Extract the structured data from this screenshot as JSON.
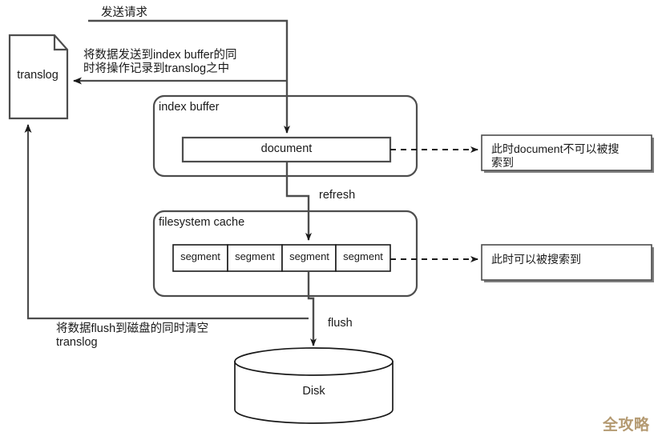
{
  "diagram": {
    "title": "Elasticsearch write path diagram",
    "colors": {
      "stroke": "#4d4d4d",
      "stroke_dark": "#1a1a1a",
      "text": "#1a1a1a",
      "background": "#ffffff",
      "watermark": "#b49a72",
      "shadow": "#808080"
    }
  },
  "nodes": {
    "translog": {
      "label": "translog",
      "shape": "document"
    },
    "index_buffer": {
      "label": "index buffer",
      "shape": "rounded-rect"
    },
    "document": {
      "label": "document",
      "shape": "rect"
    },
    "filesystem_cache": {
      "label": "filesystem cache",
      "shape": "rounded-rect"
    },
    "segments": {
      "labels": [
        "segment",
        "segment",
        "segment",
        "segment"
      ],
      "shape": "rect"
    },
    "disk": {
      "label": "Disk",
      "shape": "cylinder"
    }
  },
  "edges": {
    "send_request": {
      "label": "发送请求"
    },
    "send_data_to_translog": {
      "label": "将数据发送到index buffer的同\n时将操作记录到translog之中"
    },
    "refresh": {
      "label": "refresh"
    },
    "flush": {
      "label": "flush"
    },
    "flush_note": {
      "label": "将数据flush到磁盘的同时清空\ntranslog"
    }
  },
  "annotations": {
    "note_not_searchable": {
      "label": "此时document不可以被搜\n索到"
    },
    "note_searchable": {
      "label": "此时可以被搜索到"
    }
  },
  "watermark": {
    "label": "全攻略"
  }
}
